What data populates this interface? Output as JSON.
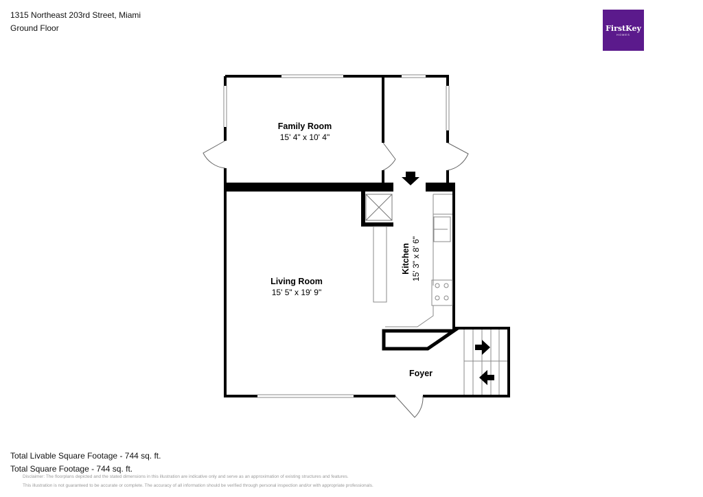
{
  "header": {
    "address": "1315 Northeast 203rd Street, Miami",
    "floor": "Ground Floor"
  },
  "logo": {
    "brand": "FirstKey",
    "sub": "HOMES",
    "color": "#5b1a8c"
  },
  "rooms": [
    {
      "name": "Family Room",
      "dims": "15' 4\" x 10' 4\""
    },
    {
      "name": "Living Room",
      "dims": "15' 5\" x 19' 9\""
    },
    {
      "name": "Kitchen",
      "dims": "15' 3\" x 8' 6\""
    },
    {
      "name": "Foyer",
      "dims": ""
    }
  ],
  "footer": {
    "livable": "Total Livable Square Footage - 744 sq. ft.",
    "total": "Total Square Footage - 744 sq. ft.",
    "disclaimer1": "Disclaimer: The floorplans depicted and the stated dimensions in this illustration are indicative only and serve as an approximation of existing structures and features.",
    "disclaimer2": "This illustration is not guaranteed to be accurate or complete. The accuracy of all information should be verified through personal inspection and/or with appropriate professionals."
  }
}
